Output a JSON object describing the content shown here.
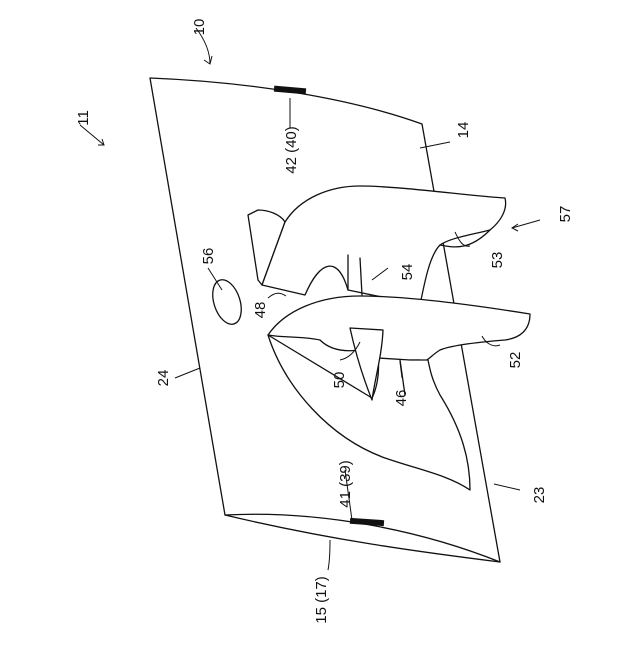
{
  "figure": {
    "labels": {
      "l10": "10",
      "l11": "11",
      "l14": "14",
      "l15": "15 (17)",
      "l23": "23",
      "l24": "24",
      "l41": "41 (39)",
      "l42": "42 (40)",
      "l46": "46",
      "l48": "48",
      "l50": "50",
      "l52": "52",
      "l53": "53",
      "l54": "54",
      "l56": "56",
      "l57": "57"
    }
  }
}
